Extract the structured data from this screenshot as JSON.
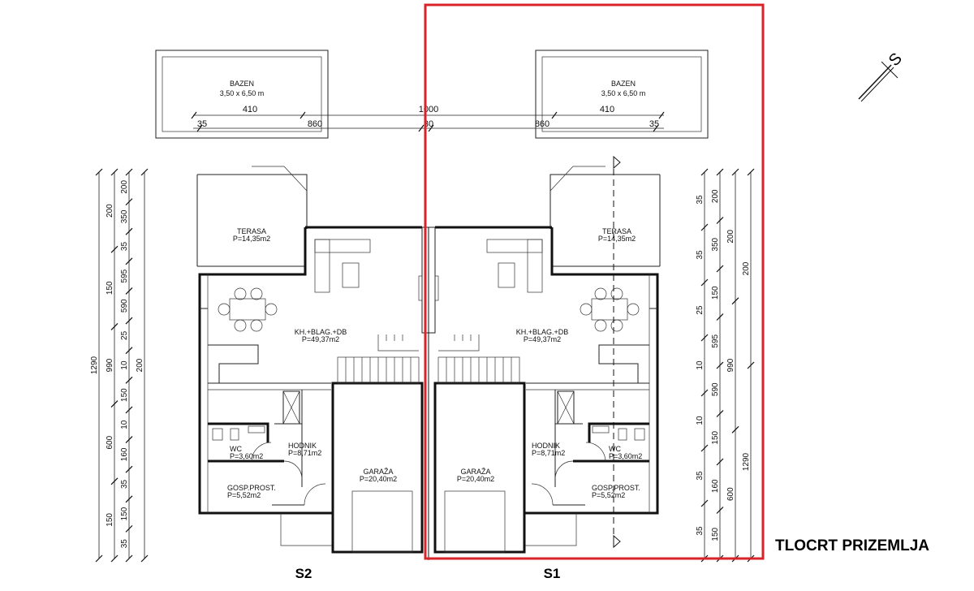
{
  "title": "TLOCRT PRIZEMLJA",
  "units": {
    "left": "S2",
    "right": "S1"
  },
  "highlight_color": "#d8232a",
  "pools": {
    "left": {
      "name": "BAZEN",
      "size": "3,50 x 6,50 m"
    },
    "right": {
      "name": "BAZEN",
      "size": "3,50 x 6,50 m"
    }
  },
  "top_dims": {
    "total": "1000",
    "left_a": "410",
    "left_b": "35",
    "left_c": "860",
    "mid": "30",
    "right_c": "860",
    "right_a": "410",
    "right_b": "35"
  },
  "rooms": {
    "left": {
      "terrace": {
        "name": "TERASA",
        "area": "P=14,35m2"
      },
      "living": {
        "name": "KH.+BLAG.+DB",
        "area": "P=49,37m2"
      },
      "wc": {
        "name": "WC",
        "area": "P=3,60m2"
      },
      "hall": {
        "name": "HODNIK",
        "area": "P=8,71m2"
      },
      "storage": {
        "name": "GOSP.PROST.",
        "area": "P=5,52m2"
      },
      "garage": {
        "name": "GARAŽA",
        "area": "P=20,40m2"
      }
    },
    "right": {
      "terrace": {
        "name": "TERASA",
        "area": "P=14,35m2"
      },
      "living": {
        "name": "KH.+BLAG.+DB",
        "area": "P=49,37m2"
      },
      "wc": {
        "name": "WC",
        "area": "P=3,60m2"
      },
      "hall": {
        "name": "HODNIK",
        "area": "P=8,71m2"
      },
      "storage": {
        "name": "GOSP.PROST.",
        "area": "P=5,52m2"
      },
      "garage": {
        "name": "GARAŽA",
        "area": "P=20,40m2"
      }
    }
  },
  "side_dims": {
    "left_col1": [
      "1290"
    ],
    "left_col2": [
      "200",
      "150",
      "990",
      "600",
      "150"
    ],
    "left_col3": [
      "200",
      "350",
      "35",
      "595",
      "590",
      "25",
      "10",
      "150",
      "10",
      "160",
      "35",
      "150",
      "35"
    ],
    "left_col4": [
      "200"
    ],
    "right_col1": [
      "35",
      "35",
      "25",
      "10",
      "10",
      "35",
      "35"
    ],
    "right_col2": [
      "200",
      "350",
      "150",
      "595",
      "590",
      "150",
      "160",
      "150"
    ],
    "right_col3": [
      "200",
      "990",
      "600"
    ],
    "right_col4": [
      "200",
      "1290"
    ]
  }
}
